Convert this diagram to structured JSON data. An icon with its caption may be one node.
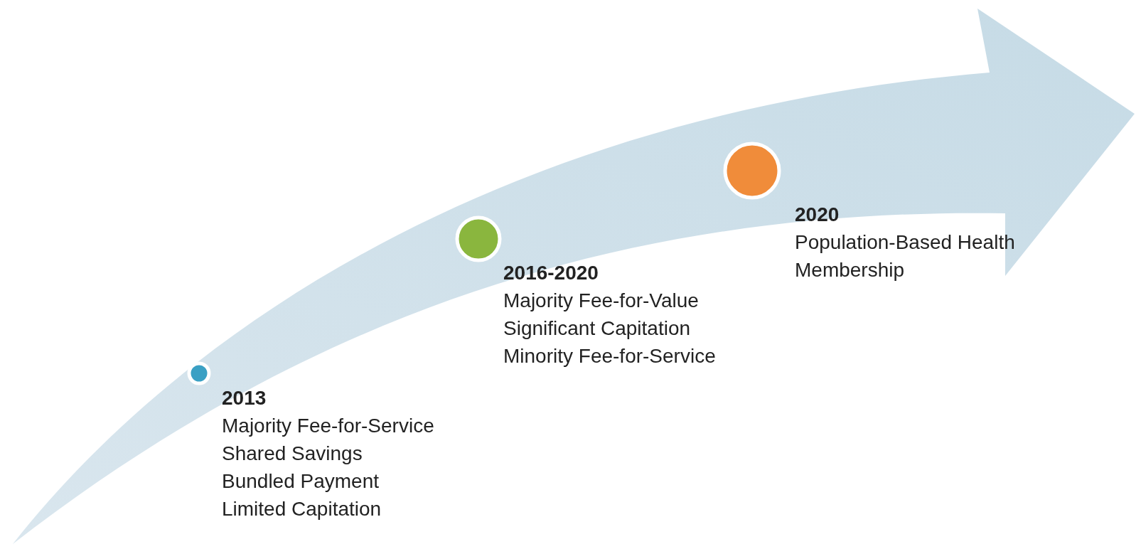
{
  "diagram": {
    "nodes": [
      {
        "text": [
          "2013",
          "Majority Fee-for-Service",
          "Shared Savings",
          "Bundled Payment",
          "Limited Capitation"
        ]
      },
      {
        "text": [
          "2016-2020",
          "Majority Fee-for-Value",
          "Significant Capitation",
          "Minority Fee-for-Service"
        ]
      },
      {
        "text": [
          "2020",
          "Population-Based Health Membership"
        ]
      }
    ]
  }
}
